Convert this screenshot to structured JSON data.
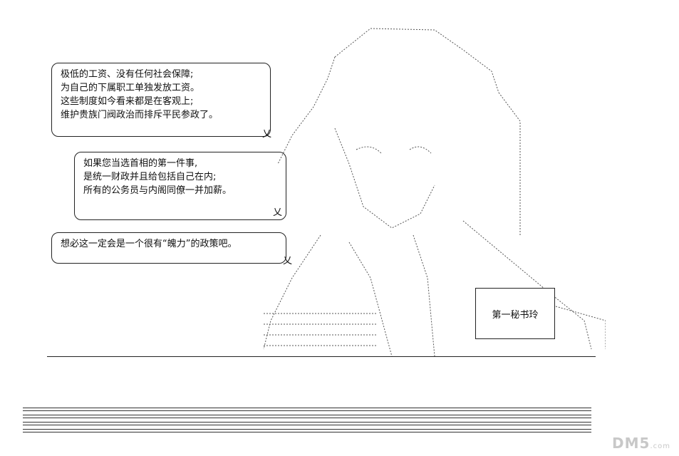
{
  "bubbles": [
    {
      "lines": [
        "极低的工资、没有任何社会保障;",
        "为自己的下属职工单独发放工资。",
        "这些制度如今看来都是在客观上;",
        "维护贵族门阀政治而排斥平民参政了。"
      ]
    },
    {
      "lines": [
        "如果您当选首相的第一件事,",
        "是统一财政并且给包括自己在内;",
        "所有的公务员与内阁同僚一并加薪。"
      ]
    },
    {
      "lines": [
        "想必这一定会是一个很有“魄力”的政策吧。"
      ]
    }
  ],
  "nameplate": {
    "label": "第一秘书玲"
  },
  "watermark": {
    "brand": "DM5",
    "suffix": ".com"
  }
}
